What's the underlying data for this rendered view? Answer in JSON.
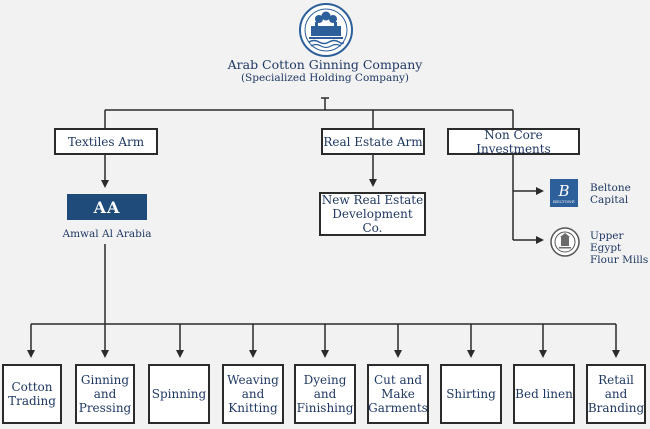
{
  "company": {
    "name": "Arab Cotton Ginning Company",
    "subtitle": "(Specialized Holding Company)",
    "logo_icon": "cotton-gin-factory-icon"
  },
  "arms": {
    "textiles": "Textiles Arm",
    "real_estate": "Real Estate Arm",
    "non_core": "Non Core Investments"
  },
  "amwal": {
    "badge": "AA",
    "caption": "Amwal Al Arabia"
  },
  "real_estate_child": [
    "New Real Estate",
    "Development Co."
  ],
  "investments": {
    "beltone": {
      "lines": [
        "Beltone",
        "Capital"
      ],
      "logo_letter": "B",
      "logo_wordmark": "BELTONE"
    },
    "flour": {
      "lines": [
        "Upper Egypt",
        "Flour Mills"
      ]
    }
  },
  "divisions": [
    [
      "Cotton",
      "Trading"
    ],
    [
      "Ginning",
      "and",
      "Pressing"
    ],
    [
      "Spinning"
    ],
    [
      "Weaving",
      "and",
      "Knitting"
    ],
    [
      "Dyeing",
      "and",
      "Finishing"
    ],
    [
      "Cut and",
      "Make",
      "Garments"
    ],
    [
      "Shirting"
    ],
    [
      "Bed linen"
    ],
    [
      "Retail",
      "and",
      "Branding"
    ]
  ],
  "colors": {
    "text": "#1f3863",
    "line": "#2b2b2b",
    "badge": "#1f4b7a",
    "background": "#f2f2f2"
  }
}
